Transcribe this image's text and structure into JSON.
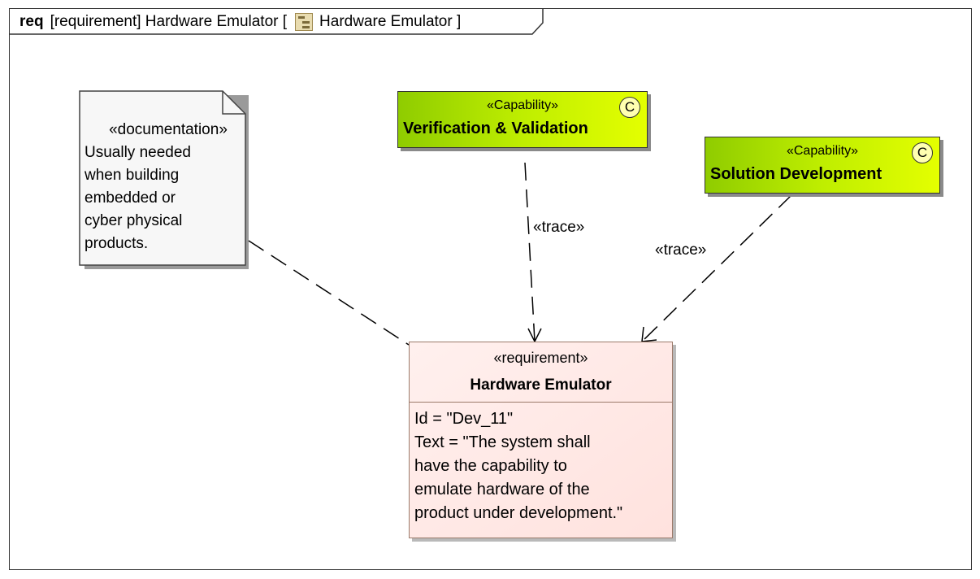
{
  "frame": {
    "kind": "req",
    "title": "[requirement] Hardware Emulator [",
    "element_name": "Hardware Emulator ]",
    "icon": "package-diagram-icon"
  },
  "note": {
    "stereotype": "«documentation»",
    "lines": [
      "Usually needed",
      "when building",
      "embedded or",
      "cyber physical",
      "products."
    ]
  },
  "capabilities": [
    {
      "stereotype": "«Capability»",
      "name": "Verification & Validation",
      "icon_letter": "C"
    },
    {
      "stereotype": "«Capability»",
      "name": "Solution Development",
      "icon_letter": "C"
    }
  ],
  "requirement": {
    "stereotype": "«requirement»",
    "name": "Hardware Emulator",
    "attributes": [
      "Id = \"Dev_11\"",
      "Text = \"The system shall",
      "have the capability to",
      "emulate hardware of the",
      "product under development.\""
    ]
  },
  "relations": [
    {
      "label": "«trace»",
      "from": "Verification & Validation",
      "to": "Hardware Emulator"
    },
    {
      "label": "«trace»",
      "from": "Solution Development",
      "to": "Hardware Emulator"
    }
  ],
  "colors": {
    "capability_fill_start": "#8fcc00",
    "capability_fill_end": "#e4ff00",
    "requirement_fill": "#fff0ee",
    "note_fill": "#f7f7f7"
  }
}
